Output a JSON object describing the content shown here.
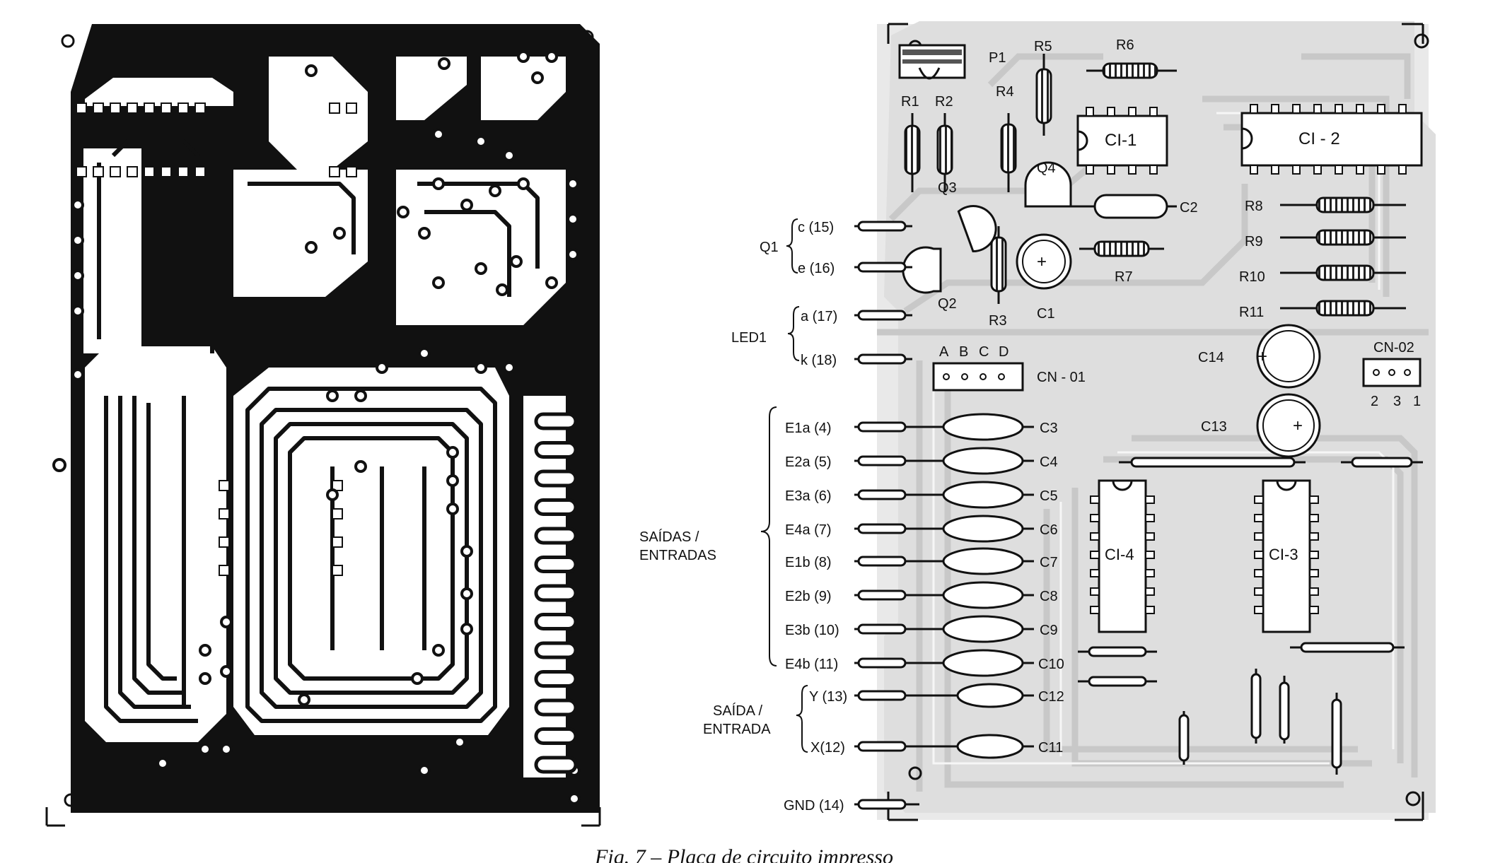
{
  "pcb_left": {
    "edge_connector_pads": 13
  },
  "pcb_right": {
    "components": {
      "P1": "P1",
      "R1": "R1",
      "R2": "R2",
      "R3": "R3",
      "R4": "R4",
      "R5": "R5",
      "R6": "R6",
      "R7": "R7",
      "R8": "R8",
      "R9": "R9",
      "R10": "R10",
      "R11": "R11",
      "Q2": "Q2",
      "Q3": "Q3",
      "Q4": "Q4",
      "C1": "C1",
      "C2": "C2",
      "C13": "C13",
      "C14": "C14",
      "CI1": "CI-1",
      "CI2": "CI - 2",
      "CI3": "CI-3",
      "CI4": "CI-4",
      "CN01": "CN - 01",
      "CN02": "CN-02",
      "C3": "C3",
      "C4": "C4",
      "C5": "C5",
      "C6": "C6",
      "C7": "C7",
      "C8": "C8",
      "C9": "C9",
      "C10": "C10",
      "C11": "C11",
      "C12": "C12"
    },
    "cn01_pins": [
      "A",
      "B",
      "C",
      "D"
    ],
    "cn02_pins": [
      "2",
      "3",
      "1"
    ],
    "groups": {
      "q1": "Q1",
      "led1": "LED1",
      "saidas": [
        "SAÍDAS /",
        "ENTRADAS"
      ],
      "saida": [
        "SAÍDA /",
        "ENTRADA"
      ]
    },
    "terminals": {
      "q1_c": "c (15)",
      "q1_e": "e (16)",
      "led_a": "a (17)",
      "led_k": "k (18)",
      "e1a": "E1a (4)",
      "e2a": "E2a (5)",
      "e3a": "E3a (6)",
      "e4a": "E4a (7)",
      "e1b": "E1b (8)",
      "e2b": "E2b (9)",
      "e3b": "E3b (10)",
      "e4b": "E4b (11)",
      "y": "Y (13)",
      "x": "X(12)",
      "gnd": "GND (14)"
    }
  },
  "caption": "Fig. 7 – Placa de circuito impresso"
}
